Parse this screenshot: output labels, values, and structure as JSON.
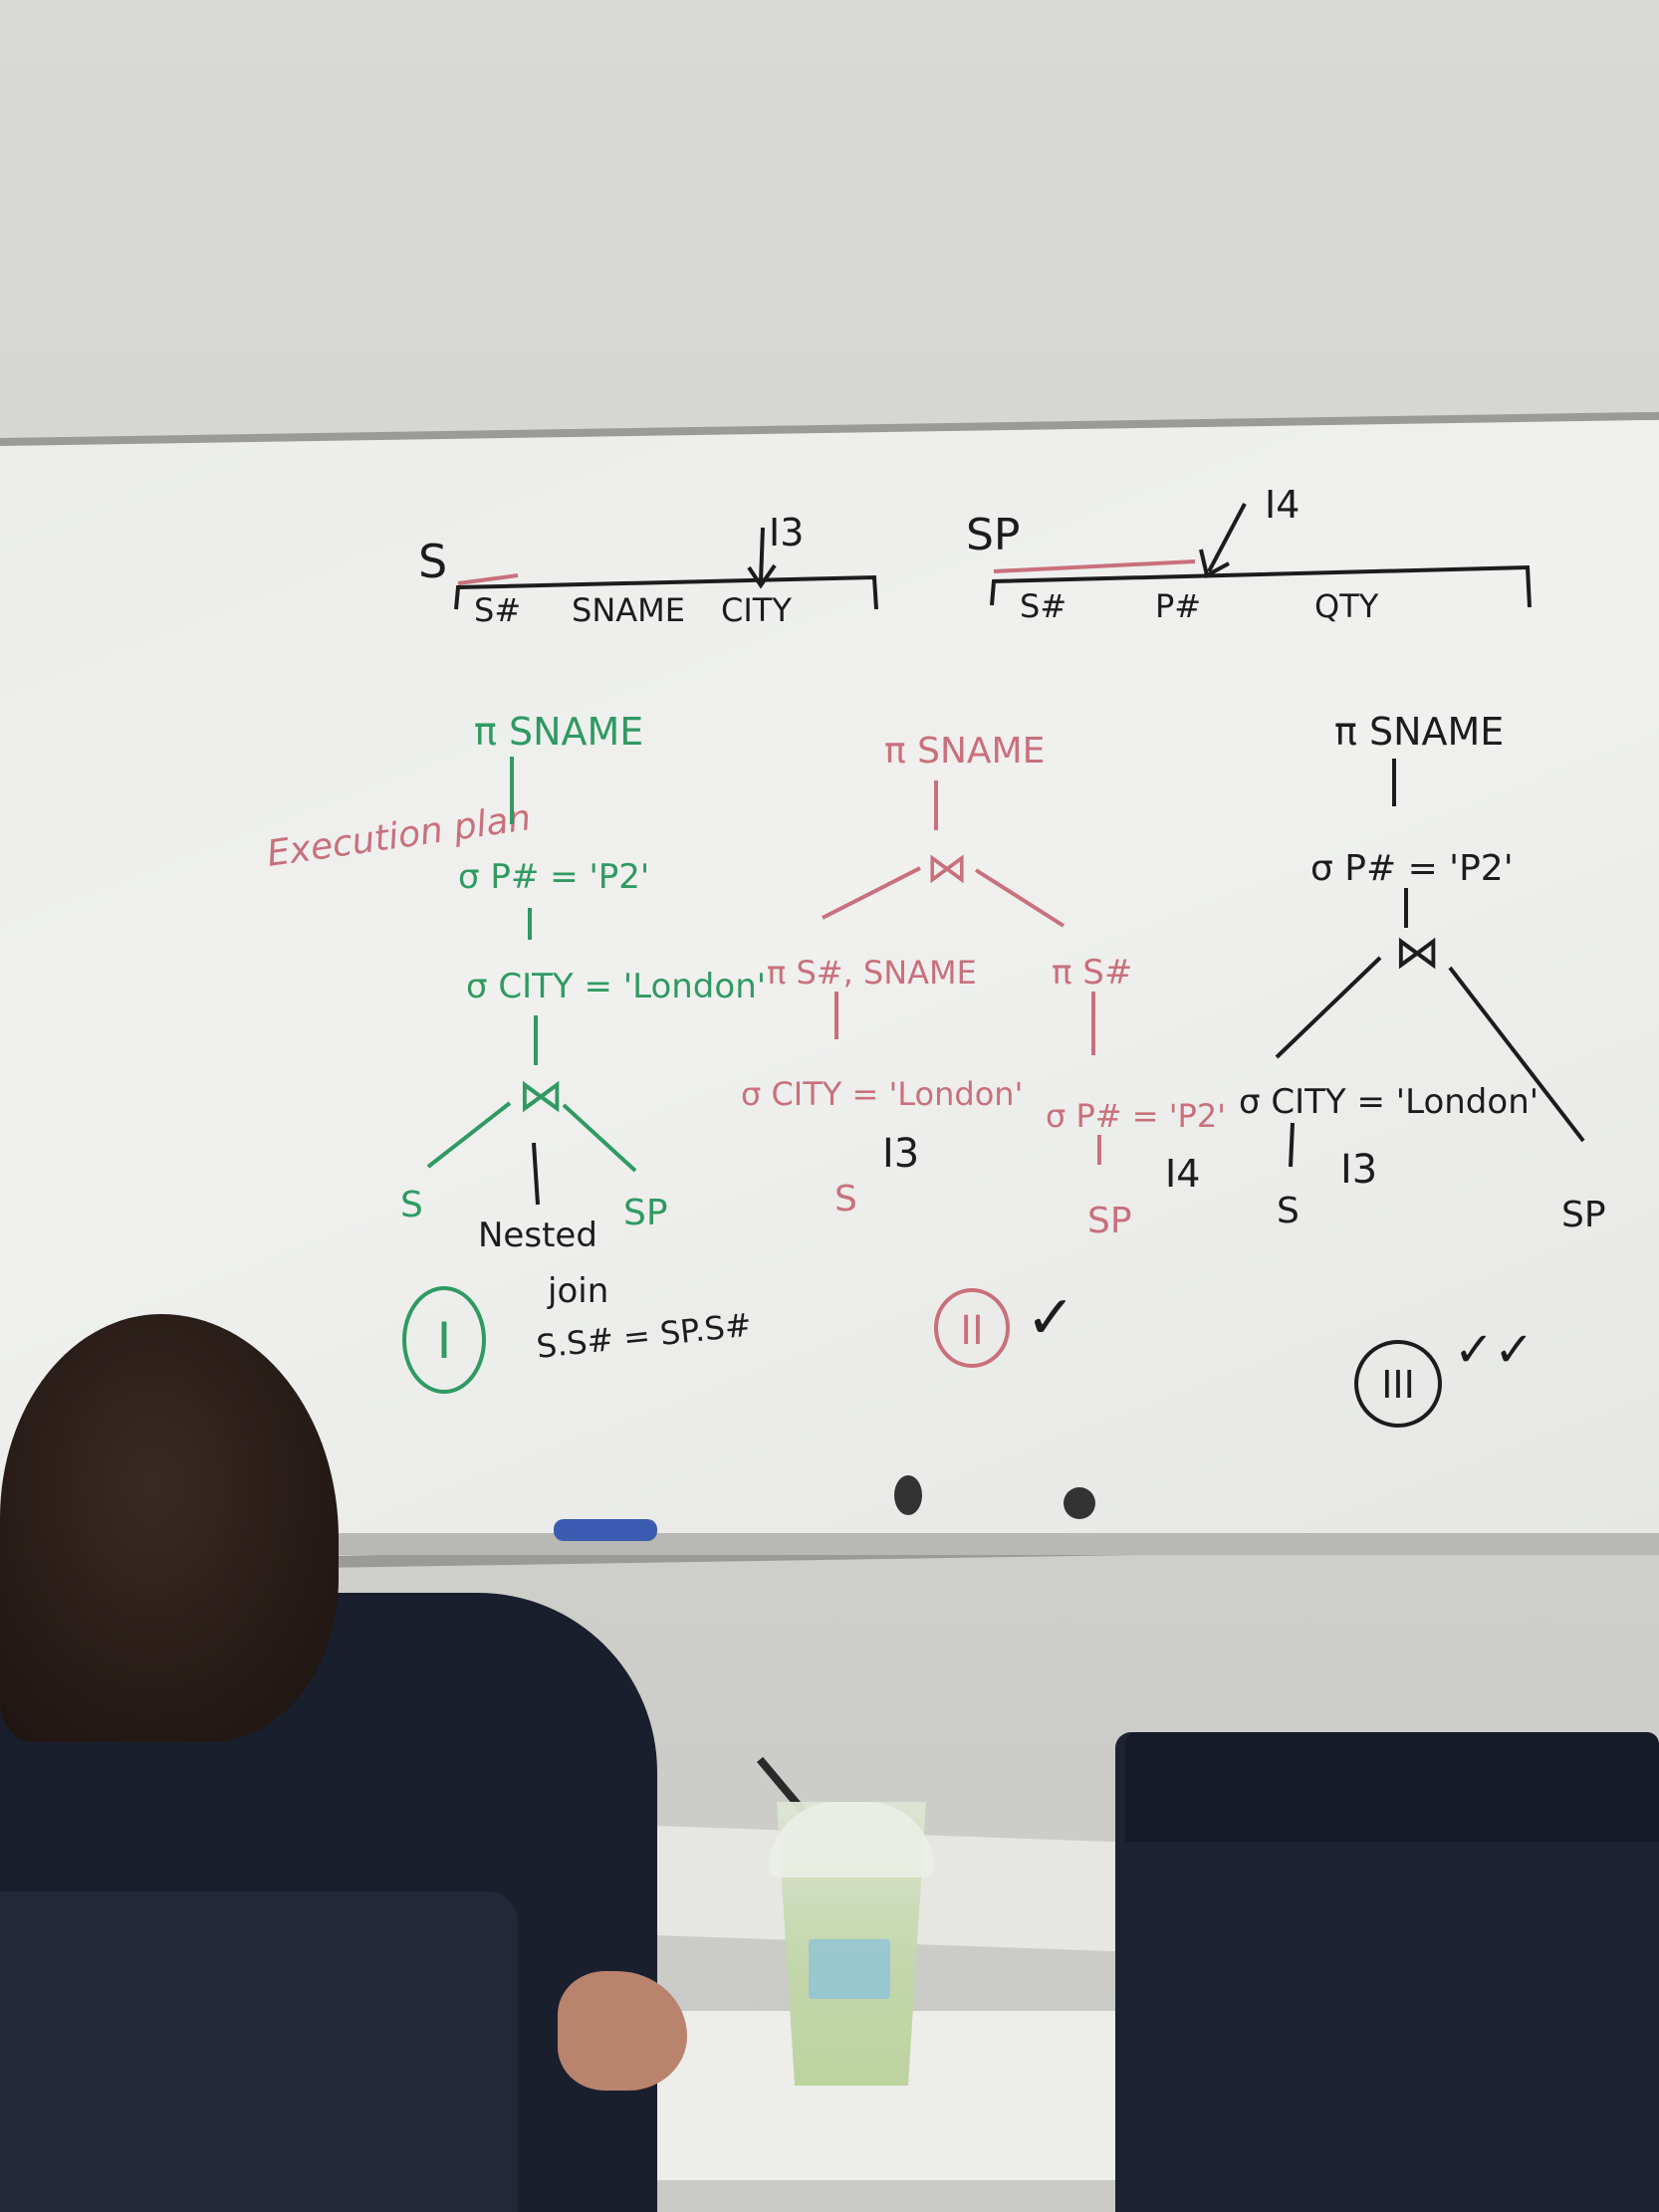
{
  "schema": {
    "s_relation": {
      "name": "S",
      "index": "I3",
      "columns": [
        "S#",
        "SNAME",
        "CITY"
      ]
    },
    "sp_relation": {
      "name": "SP",
      "index": "I4",
      "columns": [
        "S#",
        "P#",
        "QTY"
      ]
    }
  },
  "side_note": "Execution plan",
  "plan_1": {
    "projection": "π SNAME",
    "select_p": "σ P# = 'P2'",
    "select_city": "σ CITY = 'London'",
    "join": "⋈",
    "left_leaf": "S",
    "right_leaf": "SP",
    "join_note_1": "Nested",
    "join_note_2": "join",
    "join_note_3": "S.S# = SP.S#",
    "label": "I"
  },
  "plan_2": {
    "projection": "π SNAME",
    "join": "⋈",
    "left_proj": "π S#, SNAME",
    "left_select": "σ CITY = 'London'",
    "left_index": "I3",
    "left_leaf": "S",
    "right_proj": "π S#",
    "right_select": "σ P# = 'P2'",
    "right_index": "I4",
    "right_leaf": "SP",
    "label": "II",
    "mark": "✓"
  },
  "plan_3": {
    "projection": "π SNAME",
    "select_p": "σ P# = 'P2'",
    "join": "⋈",
    "left_select": "σ CITY = 'London'",
    "left_index": "I3",
    "left_leaf": "S",
    "right_leaf": "SP",
    "label": "III",
    "mark": "✓✓"
  },
  "colors": {
    "green_marker": "#2f9a62",
    "pink_marker": "#c9707c",
    "black_marker": "#1c1c1c",
    "board": "#eeefed"
  }
}
